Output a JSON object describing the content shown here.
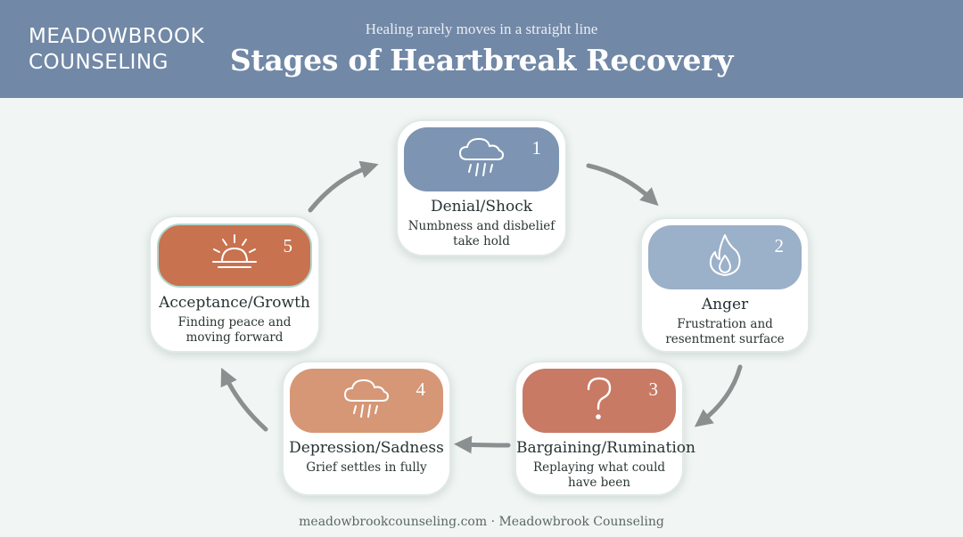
{
  "header": {
    "logo_line1": "MEADOWBROOK",
    "logo_line2": "COUNSELING",
    "subtitle": "Healing rarely moves in a straight line",
    "title": "Stages of Heartbreak Recovery"
  },
  "stages": [
    {
      "number": "1",
      "name": "Denial/Shock",
      "desc_line1": "Numbness and disbelief",
      "desc_line2": "take hold",
      "icon": "rain-cloud-icon",
      "color": "#7d95b3"
    },
    {
      "number": "2",
      "name": "Anger",
      "desc_line1": "Frustration and",
      "desc_line2": "resentment surface",
      "icon": "flame-icon",
      "color": "#9bb0c9"
    },
    {
      "number": "3",
      "name": "Bargaining/Rumination",
      "desc_line1": "Replaying what could",
      "desc_line2": "have been",
      "icon": "question-mark-icon",
      "color": "#c87a65"
    },
    {
      "number": "4",
      "name": "Depression/Sadness",
      "desc_line1": "Grief settles in fully",
      "desc_line2": "",
      "icon": "rain-cloud-icon",
      "color": "#d69776"
    },
    {
      "number": "5",
      "name": "Acceptance/Growth",
      "desc_line1": "Finding peace and",
      "desc_line2": "moving forward",
      "icon": "sunrise-icon",
      "color": "#c8724f"
    }
  ],
  "colors": {
    "header_bg": "#7188a6",
    "page_bg": "#f1f6f4",
    "arrow": "#8a8f90"
  },
  "footer": "meadowbrookcounseling.com · Meadowbrook Counseling"
}
